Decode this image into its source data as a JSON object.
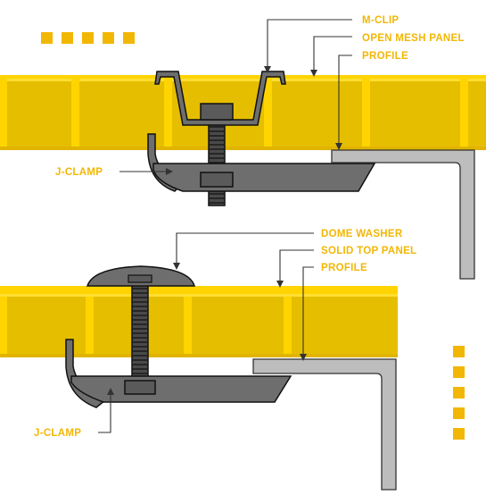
{
  "top_assembly": {
    "labels": {
      "m_clip": "M-CLIP",
      "open_mesh_panel": "OPEN MESH PANEL",
      "profile": "PROFILE",
      "j_clamp": "J-CLAMP"
    }
  },
  "bottom_assembly": {
    "labels": {
      "dome_washer": "DOME WASHER",
      "solid_top_panel": "SOLID TOP PANEL",
      "profile": "PROFILE",
      "j_clamp": "J-CLAMP"
    }
  },
  "colors": {
    "panel_yellow": "#E6BE00",
    "panel_light": "#FFD400",
    "label_yellow": "#F2B705",
    "steel_dark": "#6E6E6E",
    "steel_light": "#BDBDBD",
    "outline": "#111111"
  },
  "decorations": {
    "top_left_squares": 5,
    "right_squares": 5
  }
}
